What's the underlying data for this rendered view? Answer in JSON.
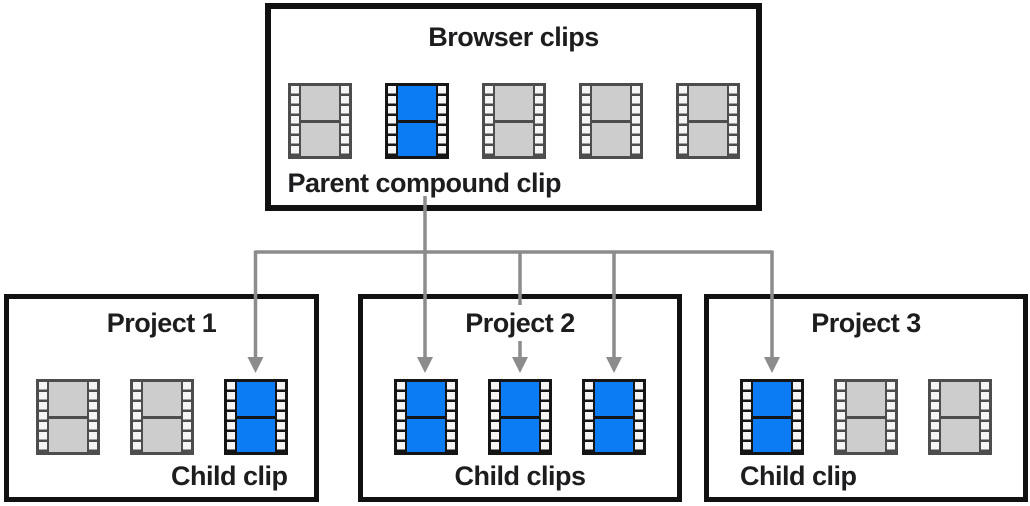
{
  "parent_box": {
    "title": "Browser clips",
    "label": "Parent compound clip",
    "clips": [
      "gray",
      "blue",
      "gray",
      "gray",
      "gray"
    ]
  },
  "projects": [
    {
      "title": "Project 1",
      "label": "Child clip",
      "clips": [
        "gray",
        "gray",
        "blue"
      ]
    },
    {
      "title": "Project 2",
      "label": "Child clips",
      "clips": [
        "blue",
        "blue",
        "blue"
      ]
    },
    {
      "title": "Project 3",
      "label": "Child clip",
      "clips": [
        "blue",
        "gray",
        "gray"
      ]
    }
  ],
  "icons": {
    "gray_clip": "film-strip-icon",
    "blue_clip": "film-strip-highlighted-icon",
    "connector": "down-arrow"
  },
  "colors": {
    "highlight_blue": "#0b7cf3",
    "clip_gray": "#cdcdcd",
    "clip_gray_border": "#4d4d4d",
    "clip_blue_border": "#151515",
    "sprocket_white": "#f5f5f5",
    "arrow_gray": "#8c8c8c",
    "border_black": "#111111",
    "text": "#1d1d1f"
  }
}
